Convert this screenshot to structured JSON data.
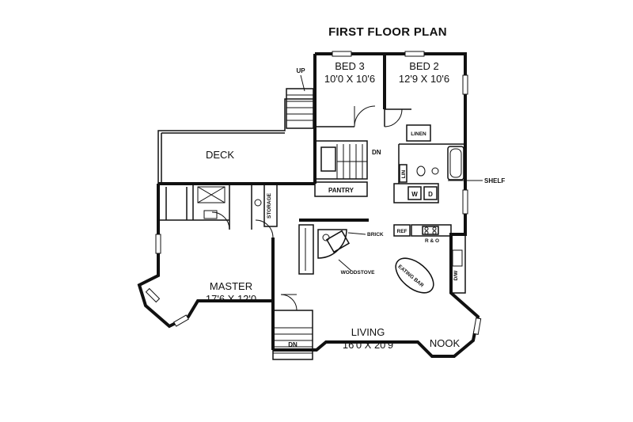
{
  "title": "FIRST FLOOR PLAN",
  "rooms": {
    "bed3": {
      "name": "BED 3",
      "size": "10'0 X 10'6"
    },
    "bed2": {
      "name": "BED 2",
      "size": "12'9 X 10'6"
    },
    "master": {
      "name": "MASTER",
      "size": "17'6 X 12'0"
    },
    "living": {
      "name": "LIVING",
      "size": "16'0 X 20'9"
    },
    "nook": {
      "name": "NOOK"
    },
    "deck": {
      "name": "DECK"
    }
  },
  "labels": {
    "up": "UP",
    "dn_stair": "DN",
    "dn_entry": "DN",
    "pantry": "PANTRY",
    "storage": "STORAGE",
    "linen": "LINEN",
    "lin": "LIN",
    "shelf": "SHELF",
    "w": "W",
    "d": "D",
    "ref": "REF",
    "range_oven": "R & O",
    "dw": "D/W",
    "brick": "BRICK",
    "woodstove": "WOODSTOVE",
    "eating_bar": "EATING BAR"
  }
}
